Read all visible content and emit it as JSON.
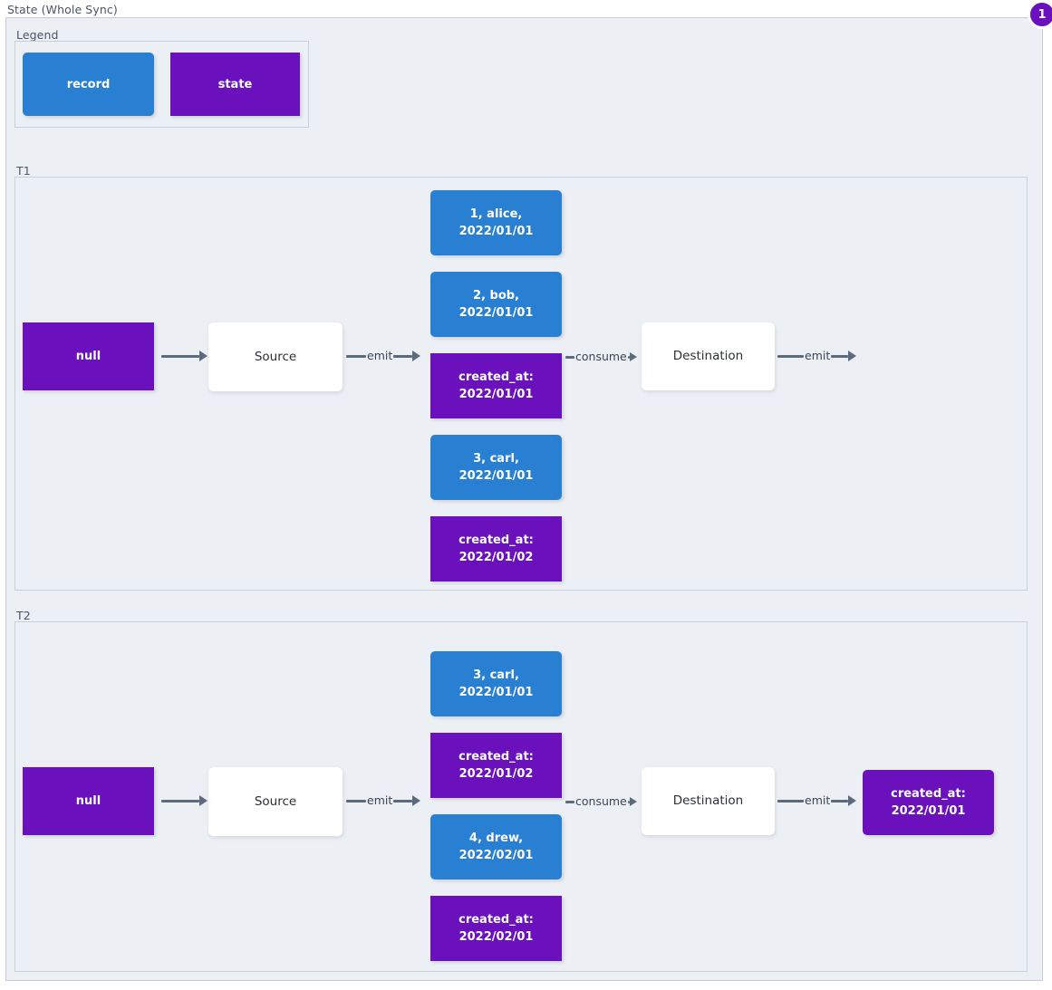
{
  "diagram": {
    "title": "State (Whole Sync)",
    "badge": "1",
    "colors": {
      "record": "#2980d2",
      "state": "#6a11bd",
      "process": "#ffffff",
      "background": "#eceff4",
      "edge": "#5b6b7c",
      "border": "#c3ccd8"
    }
  },
  "legend": {
    "title": "Legend",
    "items": [
      {
        "label": "record",
        "kind": "record"
      },
      {
        "label": "state",
        "kind": "state"
      }
    ]
  },
  "sections": [
    {
      "title": "T1",
      "state_in": "null",
      "source": "Source",
      "destination": "Destination",
      "edge_source_in": "",
      "edge_emit": "emit",
      "edge_consume": "consume",
      "edge_emit_out": "emit",
      "stream": [
        {
          "kind": "record",
          "label": "1, alice, 2022/01/01"
        },
        {
          "kind": "record",
          "label": "2, bob, 2022/01/01"
        },
        {
          "kind": "state",
          "label": "created_at:\n2022/01/01"
        },
        {
          "kind": "record",
          "label": "3, carl, 2022/01/01"
        },
        {
          "kind": "state",
          "label": "created_at:\n2022/01/02"
        }
      ],
      "state_out": null
    },
    {
      "title": "T2",
      "state_in": "null",
      "source": "Source",
      "destination": "Destination",
      "edge_source_in": "",
      "edge_emit": "emit",
      "edge_consume": "consume",
      "edge_emit_out": "emit",
      "stream": [
        {
          "kind": "record",
          "label": "3, carl, 2022/01/01"
        },
        {
          "kind": "state",
          "label": "created_at:\n2022/01/02"
        },
        {
          "kind": "record",
          "label": "4, drew, 2022/02/01"
        },
        {
          "kind": "state",
          "label": "created_at:\n2022/02/01"
        }
      ],
      "state_out": "created_at:\n2022/01/01"
    }
  ]
}
